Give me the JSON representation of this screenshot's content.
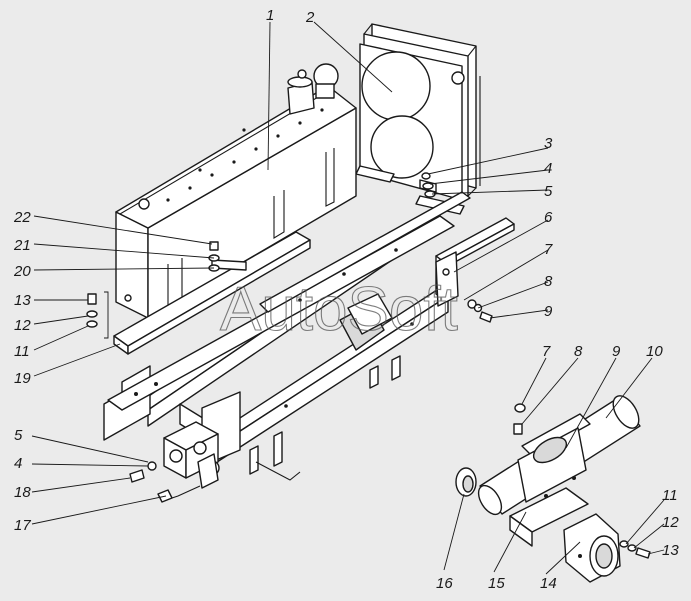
{
  "watermark": "AutoSoft",
  "callouts": [
    {
      "id": "c1",
      "label": "1"
    },
    {
      "id": "c2",
      "label": "2"
    },
    {
      "id": "c3",
      "label": "3"
    },
    {
      "id": "c4a",
      "label": "4"
    },
    {
      "id": "c5a",
      "label": "5"
    },
    {
      "id": "c6",
      "label": "6"
    },
    {
      "id": "c7a",
      "label": "7"
    },
    {
      "id": "c8a",
      "label": "8"
    },
    {
      "id": "c9a",
      "label": "9"
    },
    {
      "id": "c22",
      "label": "22"
    },
    {
      "id": "c21",
      "label": "21"
    },
    {
      "id": "c20",
      "label": "20"
    },
    {
      "id": "c13a",
      "label": "13"
    },
    {
      "id": "c12a",
      "label": "12"
    },
    {
      "id": "c11a",
      "label": "11"
    },
    {
      "id": "c19",
      "label": "19"
    },
    {
      "id": "c5b",
      "label": "5"
    },
    {
      "id": "c4b",
      "label": "4"
    },
    {
      "id": "c18",
      "label": "18"
    },
    {
      "id": "c17",
      "label": "17"
    },
    {
      "id": "c7b",
      "label": "7"
    },
    {
      "id": "c8b",
      "label": "8"
    },
    {
      "id": "c9b",
      "label": "9"
    },
    {
      "id": "c10",
      "label": "10"
    },
    {
      "id": "c11b",
      "label": "11"
    },
    {
      "id": "c12b",
      "label": "12"
    },
    {
      "id": "c13b",
      "label": "13"
    },
    {
      "id": "c16",
      "label": "16"
    },
    {
      "id": "c15",
      "label": "15"
    },
    {
      "id": "c14",
      "label": "14"
    }
  ]
}
